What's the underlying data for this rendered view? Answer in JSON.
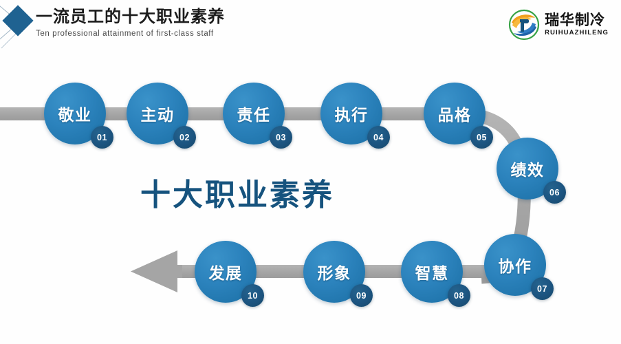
{
  "header": {
    "title_cn": "一流员工的十大职业素养",
    "title_en": "Ten professional attainment of first-class staff",
    "diamond_icon": "diamond-icon",
    "logo": {
      "name_cn": "瑞华制冷",
      "name_en": "RUIHUAZHILENG",
      "mark_icon": "ruihua-swirl-logo-icon",
      "colors": {
        "orange": "#f2a01e",
        "blue": "#1f63a8",
        "green": "#37a245",
        "dark_blue": "#16537e"
      }
    }
  },
  "diagram": {
    "center_title": "十大职业素养",
    "arrow_icon": "left-arrow-icon",
    "colors": {
      "bubble_blue": "#2c83bd",
      "badge_navy": "#1c5480",
      "path_gray": "#a8a8a8",
      "title_blue": "#16537e",
      "background": "#fefefe"
    },
    "nodes": [
      {
        "label": "敬业",
        "number": "01"
      },
      {
        "label": "主动",
        "number": "02"
      },
      {
        "label": "责任",
        "number": "03"
      },
      {
        "label": "执行",
        "number": "04"
      },
      {
        "label": "品格",
        "number": "05"
      },
      {
        "label": "绩效",
        "number": "06"
      },
      {
        "label": "协作",
        "number": "07"
      },
      {
        "label": "智慧",
        "number": "08"
      },
      {
        "label": "形象",
        "number": "09"
      },
      {
        "label": "发展",
        "number": "10"
      }
    ]
  }
}
